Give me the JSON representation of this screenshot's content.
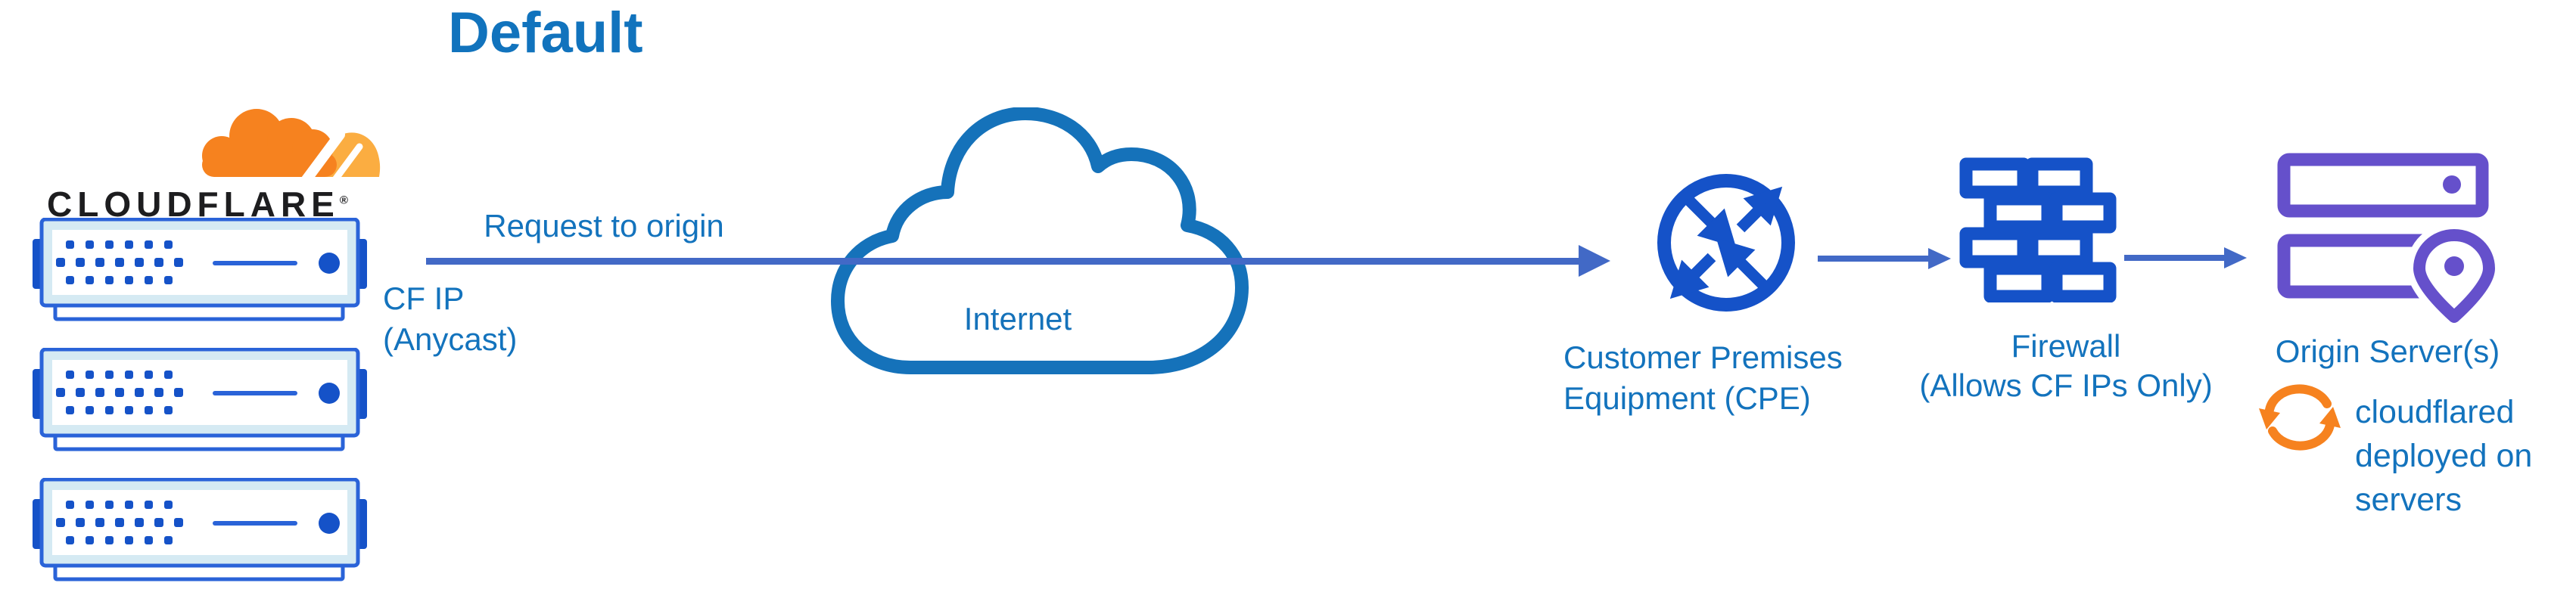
{
  "diagram": {
    "title": "Default",
    "cloudflare": {
      "wordmark": "CLOUDFLARE",
      "registered_mark": "®",
      "server_count": 3
    },
    "flow": {
      "request_label": "Request to origin",
      "cf_ip_lines": [
        "CF IP",
        "(Anycast)"
      ],
      "internet_label": "Internet",
      "cpe_label_lines": [
        "Customer Premises",
        "Equipment (CPE)"
      ],
      "firewall_label_lines": [
        "Firewall",
        "(Allows CF IPs Only)"
      ],
      "origin_label": "Origin Server(s)",
      "cloudflared_note_lines": [
        "cloudflared",
        "deployed on",
        "servers"
      ]
    },
    "colors": {
      "title_blue": "#1173BD",
      "label_blue": "#1373BD",
      "internet_blue": "#1572BA",
      "arrow_blue": "#4269C6",
      "icon_blue": "#1552C8",
      "server_stroke_blue": "#2A63D8",
      "server_fill_light": "#D5EAF3",
      "cloud_stroke": "#1572BA",
      "origin_purple": "#6550CB",
      "cloudflare_orange": "#F6821F",
      "cloudflare_orange_light": "#FBAD41",
      "wordmark_black": "#1D1D1F"
    }
  }
}
